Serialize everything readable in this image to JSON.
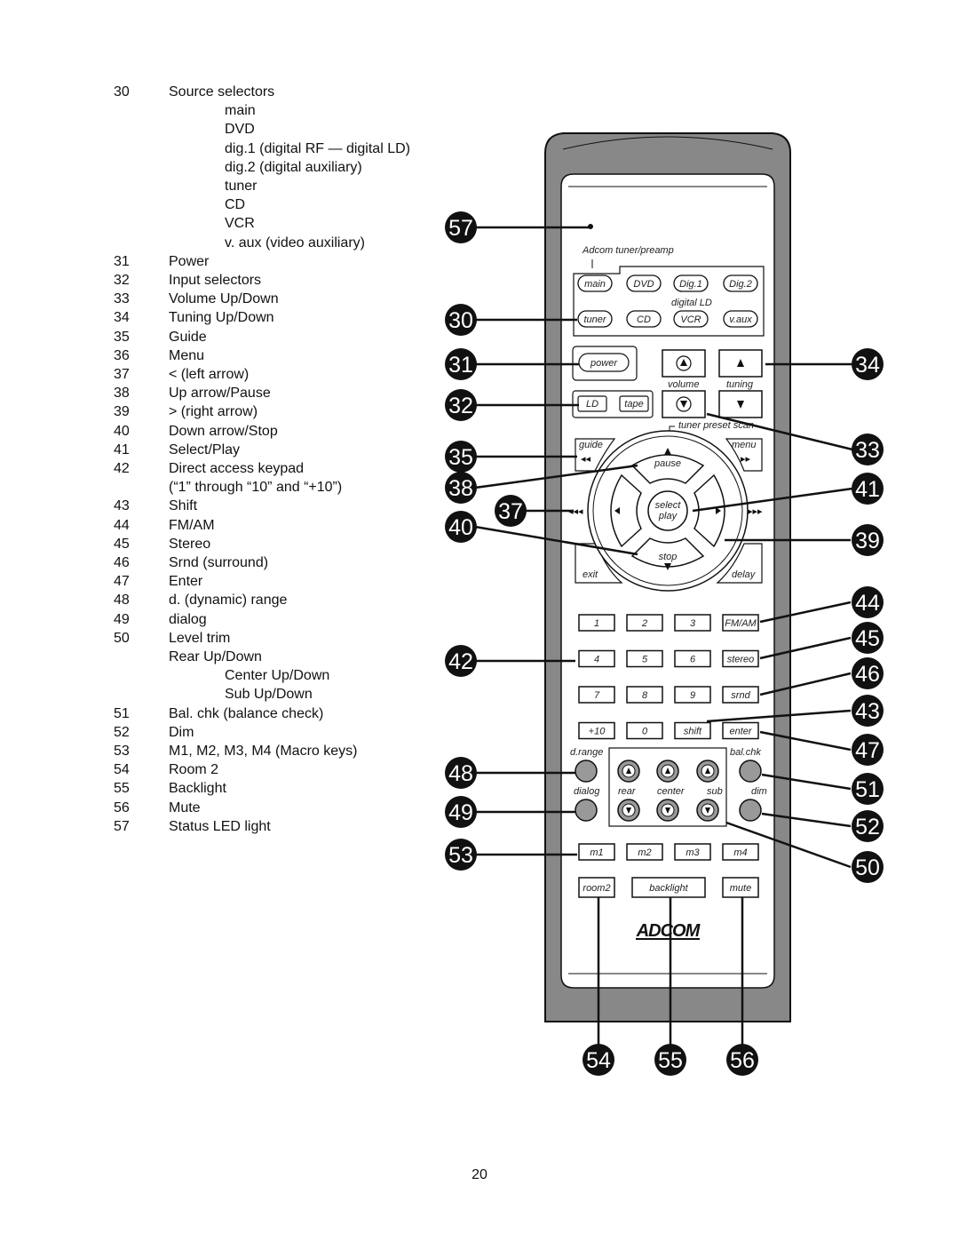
{
  "legend": [
    {
      "num": "30",
      "label": "Source selectors",
      "indent": 0
    },
    {
      "num": "",
      "label": "main",
      "indent": 2
    },
    {
      "num": "",
      "label": "DVD",
      "indent": 2
    },
    {
      "num": "",
      "label": "dig.1 (digital RF — digital LD)",
      "indent": 2
    },
    {
      "num": "",
      "label": "dig.2 (digital auxiliary)",
      "indent": 2
    },
    {
      "num": "",
      "label": "tuner",
      "indent": 2
    },
    {
      "num": "",
      "label": "CD",
      "indent": 2
    },
    {
      "num": "",
      "label": "VCR",
      "indent": 2
    },
    {
      "num": "",
      "label": "v. aux (video auxiliary)",
      "indent": 2
    },
    {
      "num": "31",
      "label": "Power",
      "indent": 0
    },
    {
      "num": "32",
      "label": "Input selectors",
      "indent": 0
    },
    {
      "num": "33",
      "label": "Volume Up/Down",
      "indent": 0
    },
    {
      "num": "34",
      "label": "Tuning Up/Down",
      "indent": 0
    },
    {
      "num": "35",
      "label": "Guide",
      "indent": 0
    },
    {
      "num": "36",
      "label": "Menu",
      "indent": 0
    },
    {
      "num": "37",
      "label": "< (left arrow)",
      "indent": 0
    },
    {
      "num": "38",
      "label": "Up arrow/Pause",
      "indent": 0
    },
    {
      "num": "39",
      "label": "> (right arrow)",
      "indent": 0
    },
    {
      "num": "40",
      "label": "Down arrow/Stop",
      "indent": 0
    },
    {
      "num": "41",
      "label": "Select/Play",
      "indent": 0
    },
    {
      "num": "42",
      "label": "Direct access keypad",
      "indent": 0
    },
    {
      "num": "",
      "label": "(“1” through “10” and “+10”)",
      "indent": 0
    },
    {
      "num": "43",
      "label": "Shift",
      "indent": 0
    },
    {
      "num": "44",
      "label": "FM/AM",
      "indent": 0
    },
    {
      "num": "45",
      "label": "Stereo",
      "indent": 0
    },
    {
      "num": "46",
      "label": "Srnd (surround)",
      "indent": 0
    },
    {
      "num": "47",
      "label": "Enter",
      "indent": 0
    },
    {
      "num": "48",
      "label": "d. (dynamic) range",
      "indent": 0
    },
    {
      "num": "49",
      "label": "dialog",
      "indent": 0
    },
    {
      "num": "50",
      "label": "Level trim",
      "indent": 0
    },
    {
      "num": "",
      "label": "Rear Up/Down",
      "indent": 0
    },
    {
      "num": "",
      "label": "Center Up/Down",
      "indent": 2
    },
    {
      "num": "",
      "label": "Sub Up/Down",
      "indent": 2
    },
    {
      "num": "51",
      "label": "Bal. chk (balance check)",
      "indent": 0
    },
    {
      "num": "52",
      "label": "Dim",
      "indent": 0
    },
    {
      "num": "53",
      "label": "M1, M2, M3, M4 (Macro keys)",
      "indent": 0
    },
    {
      "num": "54",
      "label": "Room 2",
      "indent": 0
    },
    {
      "num": "55",
      "label": "Backlight",
      "indent": 0
    },
    {
      "num": "56",
      "label": "Mute",
      "indent": 0
    },
    {
      "num": "57",
      "label": "Status LED light",
      "indent": 0
    }
  ],
  "remote": {
    "brand_text": "Adcom tuner/preamp",
    "logo": "ADCOM",
    "sources_row1": [
      "main",
      "DVD",
      "Dig.1",
      "Dig.2"
    ],
    "digital_ld_label": "digital LD",
    "sources_row2": [
      "tuner",
      "CD",
      "VCR",
      "v.aux"
    ],
    "power": "power",
    "inputs": [
      "LD",
      "tape"
    ],
    "volume_label": "volume",
    "tuning_label": "tuning",
    "preset_scan_label": "tuner preset scan",
    "guide": "guide",
    "menu": "menu",
    "pause": "pause",
    "select": "select",
    "play": "play",
    "stop": "stop",
    "exit": "exit",
    "delay": "delay",
    "keypad": [
      [
        "1",
        "2",
        "3",
        "FM/AM"
      ],
      [
        "4",
        "5",
        "6",
        "stereo"
      ],
      [
        "7",
        "8",
        "9",
        "srnd"
      ],
      [
        "+10",
        "0",
        "shift",
        "enter"
      ]
    ],
    "drange": "d.range",
    "balchk": "bal.chk",
    "trim_labels": [
      "dialog",
      "rear",
      "center",
      "sub",
      "dim"
    ],
    "macros": [
      "m1",
      "m2",
      "m3",
      "m4"
    ],
    "bottom": [
      "room2",
      "backlight",
      "mute"
    ]
  },
  "callouts": [
    "57",
    "30",
    "31",
    "32",
    "35",
    "38",
    "37",
    "40",
    "42",
    "48",
    "49",
    "53",
    "34",
    "33",
    "41",
    "39",
    "44",
    "45",
    "46",
    "43",
    "47",
    "51",
    "52",
    "50",
    "54",
    "55",
    "56"
  ],
  "page_number": "20"
}
